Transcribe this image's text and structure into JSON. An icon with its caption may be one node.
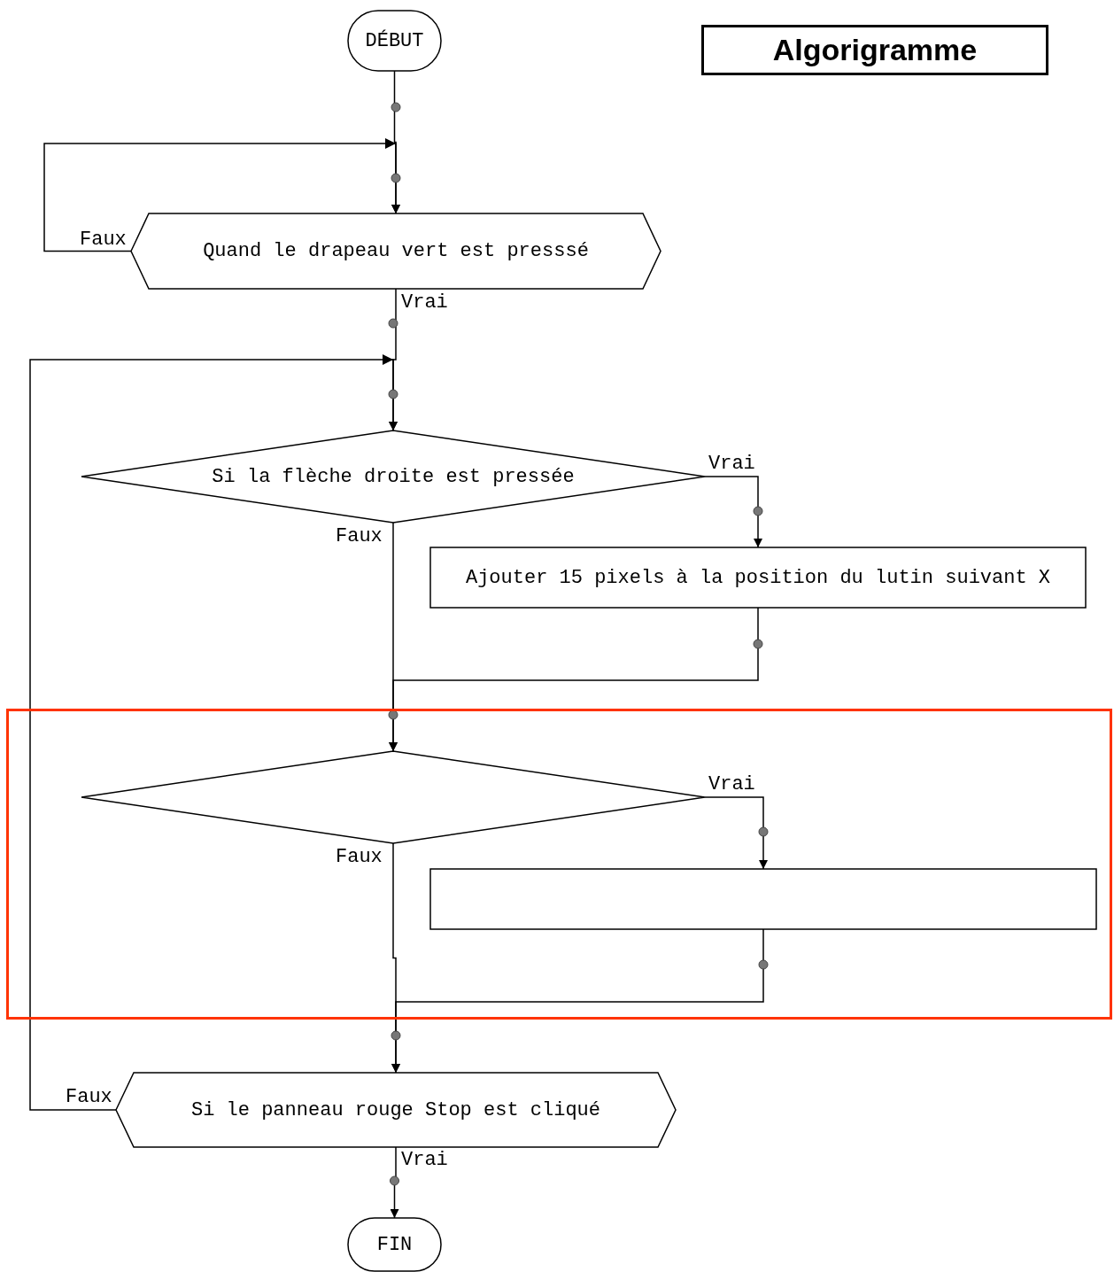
{
  "diagram": {
    "title": "Algorigramme",
    "nodes": [
      {
        "text": [
          "DÉBUT"
        ]
      },
      {
        "text": [
          "Quand le drapeau vert est presssé"
        ]
      },
      {
        "text": [
          "Si la flèche droite est pressée"
        ]
      },
      {
        "text": [
          "Ajouter 15 pixels à la position du lutin suivant X"
        ]
      },
      {
        "text": [],
        "shape": "box"
      },
      {
        "text": [],
        "shape": "diamond",
        "in": 4
      },
      {
        "text": [],
        "shape": "box",
        "in": 4
      },
      {
        "text": [
          "Si le panneau rouge Stop est cliqué"
        ]
      },
      {
        "text": [
          "FIN"
        ]
      }
    ],
    "edges": [
      {
        "from": 0,
        "to": 1,
        "arrow": "to"
      },
      {
        "from": 1,
        "to": 1,
        "arrow": "to",
        "label": "Faux"
      },
      {
        "from": 1,
        "to": 2,
        "arrow": "to",
        "label": "Vrai"
      },
      {
        "from": 2,
        "to": 3,
        "arrow": "to",
        "label": "Vrai"
      },
      {
        "from": 2,
        "to": 5,
        "arrow": "to",
        "label": "Faux"
      },
      {
        "from": 3,
        "to": 5,
        "arrow": "to"
      },
      {
        "from": 5,
        "to": 6,
        "arrow": "to",
        "label": "Vrai"
      },
      {
        "from": 5,
        "to": 7,
        "arrow": "to",
        "label": "Faux"
      },
      {
        "from": 6,
        "to": 7,
        "arrow": "to"
      },
      {
        "from": 7,
        "to": 2,
        "arrow": "to",
        "label": "Faux"
      },
      {
        "from": 7,
        "to": 8,
        "arrow": "to",
        "label": "Vrai"
      }
    ]
  }
}
